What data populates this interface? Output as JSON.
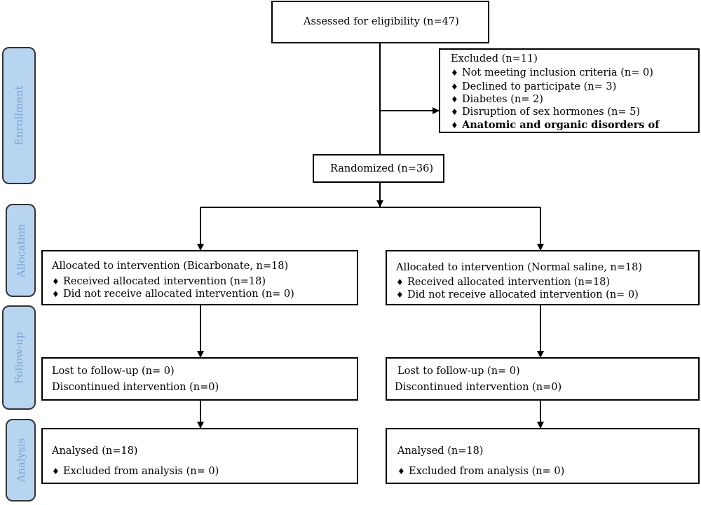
{
  "phases": {
    "enrollment": "Enrollment",
    "allocation": "Allocation",
    "followup": "Follow-up",
    "analysis": "Analysis"
  },
  "assessed": "Assessed for eligibility (n=47)",
  "excluded": {
    "title": "Excluded (n=11)",
    "items": [
      "Not meeting inclusion criteria (n= 0)",
      "Declined to participate (n= 3)",
      "Diabetes (n= 2)",
      "Disruption of sex hormones (n= 5)",
      "Anatomic and organic disorders of"
    ]
  },
  "randomized": "Randomized (n=36)",
  "left": {
    "allocation_title": "Allocated to intervention (Bicarbonate, n=18)",
    "allocation_items": [
      "Received allocated intervention (n=18)",
      "Did not receive allocated intervention (n= 0)"
    ],
    "lost": "Lost to follow-up (n= 0)",
    "discontinued": "Discontinued intervention (n=0)",
    "analysed": "Analysed (n=18)",
    "excluded_analysis": "Excluded from analysis (n= 0)"
  },
  "right": {
    "allocation_title": "Allocated to intervention (Normal saline, n=18)",
    "allocation_items": [
      "Received allocated intervention (n=18)",
      "Did not receive allocated intervention (n= 0)"
    ],
    "lost": "Lost to follow-up (n= 0)",
    "discontinued": "Discontinued intervention (n=0)",
    "analysed": "Analysed (n=18)",
    "excluded_analysis": "Excluded from analysis (n= 0)"
  },
  "bullet_symbol": "♦"
}
